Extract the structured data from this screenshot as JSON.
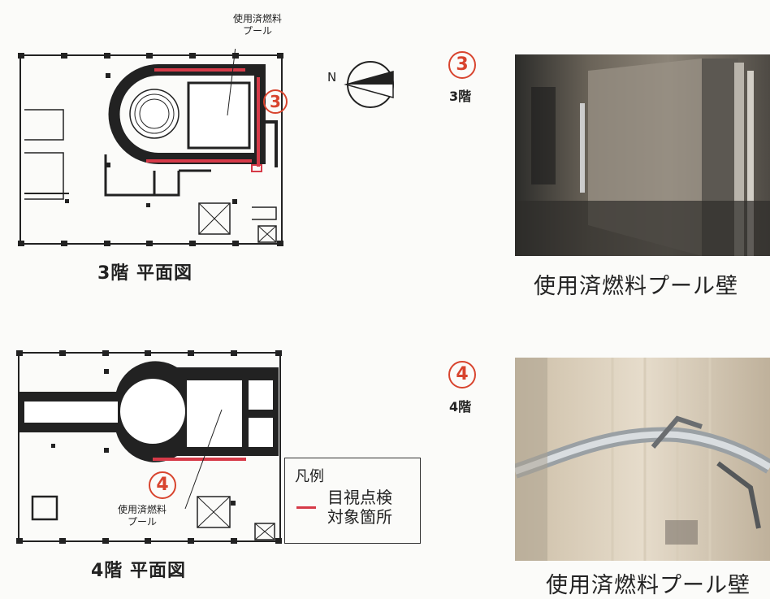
{
  "plan3": {
    "pool_label_line1": "使用済燃料",
    "pool_label_line2": "プール",
    "marker": "3",
    "caption": "3階 平面図"
  },
  "plan4": {
    "pool_label_line1": "使用済燃料",
    "pool_label_line2": "プール",
    "marker": "4",
    "caption": "4階 平面図"
  },
  "compass": {
    "label": "N",
    "icon": "north-arrow-icon"
  },
  "photo3": {
    "marker": "3",
    "floor": "3階",
    "caption": "使用済燃料プール壁"
  },
  "photo4": {
    "marker": "4",
    "floor": "4階",
    "caption": "使用済燃料プール壁"
  },
  "legend": {
    "title": "凡例",
    "item_line1": "目視点検",
    "item_line2": "対象箇所",
    "color": "#d63a48"
  },
  "colors": {
    "highlight": "#d63a48",
    "marker": "#d8442e",
    "wall": "#222222"
  }
}
